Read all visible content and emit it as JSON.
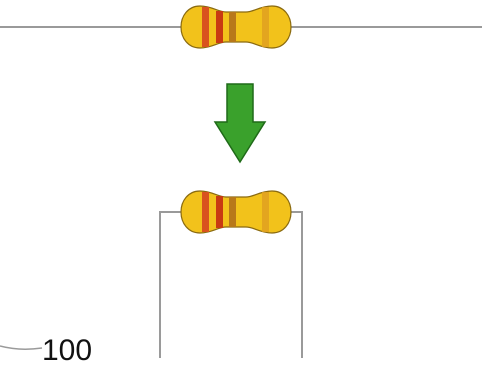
{
  "diagram": {
    "description_text": "",
    "scale_label": "100",
    "colors": {
      "lead_wire": "#9a9a9a",
      "resistor_body": "#f2c21b",
      "resistor_outline": "#8a6a10",
      "band_1": "#d9531e",
      "band_2": "#c83a12",
      "band_3": "#b8781a",
      "band_4": "#e0a020",
      "arrow": "#3aa12c",
      "arrow_outline": "#1f6a18"
    },
    "items": [
      {
        "name": "resistor-straight-leads",
        "bands": [
          "orange",
          "red",
          "brown",
          "gold"
        ]
      },
      {
        "name": "down-arrow",
        "icon": "arrow-down-icon"
      },
      {
        "name": "resistor-bent-leads",
        "bands": [
          "orange",
          "red",
          "brown",
          "gold"
        ]
      }
    ]
  }
}
